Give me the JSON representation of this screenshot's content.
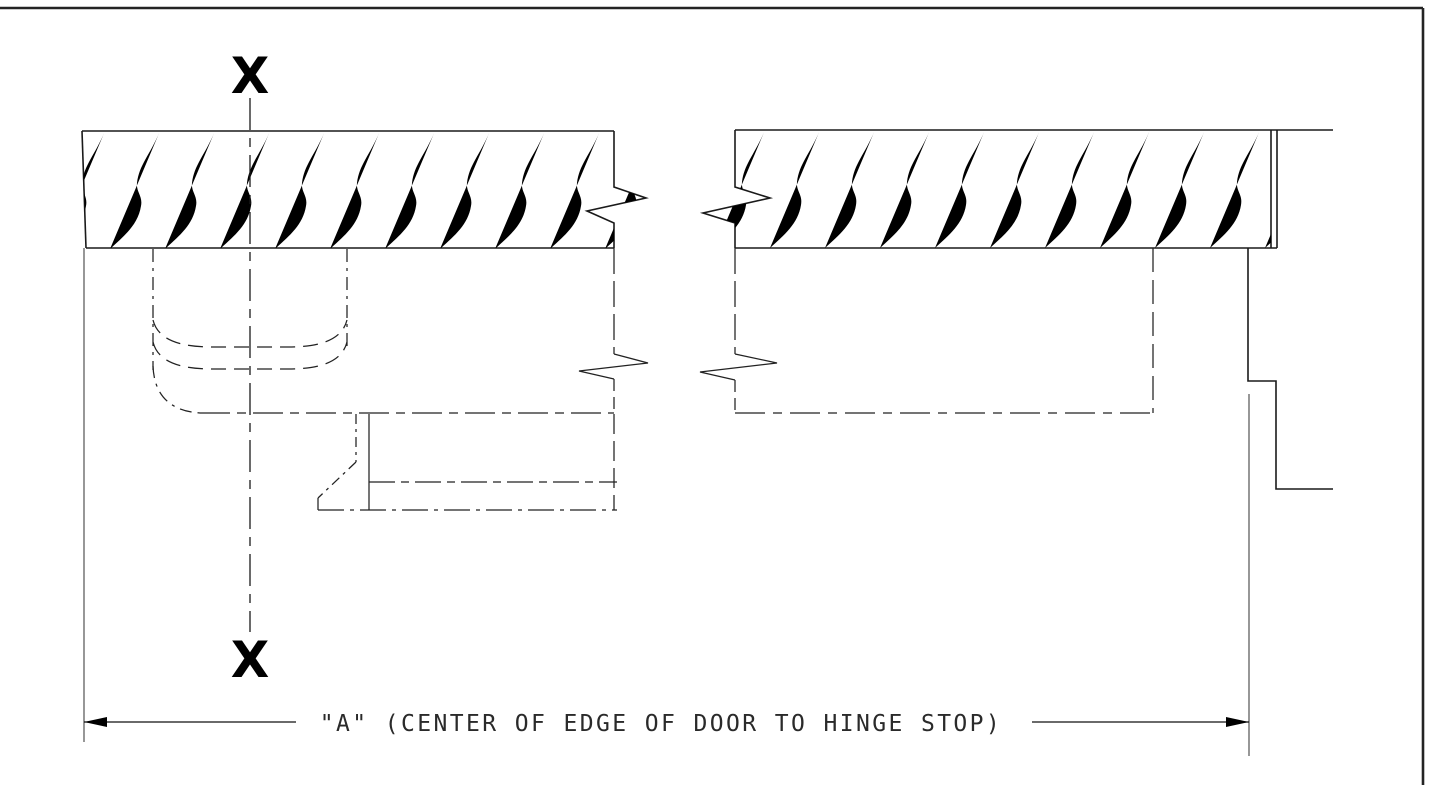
{
  "diagram": {
    "type": "cad-section-drawing",
    "description": "Concealed hinge mounting section through door edge and frame jamb with hinge stop",
    "section_line_labels": {
      "top": "X",
      "bottom": "X"
    },
    "dimension_label": "\"A\" (CENTER OF EDGE OF DOOR TO HINGE STOP)",
    "colors": {
      "line": "#1a1a1a",
      "hidden_line": "#222222",
      "extension_line": "#6b6b6b",
      "background": "#ffffff"
    }
  }
}
